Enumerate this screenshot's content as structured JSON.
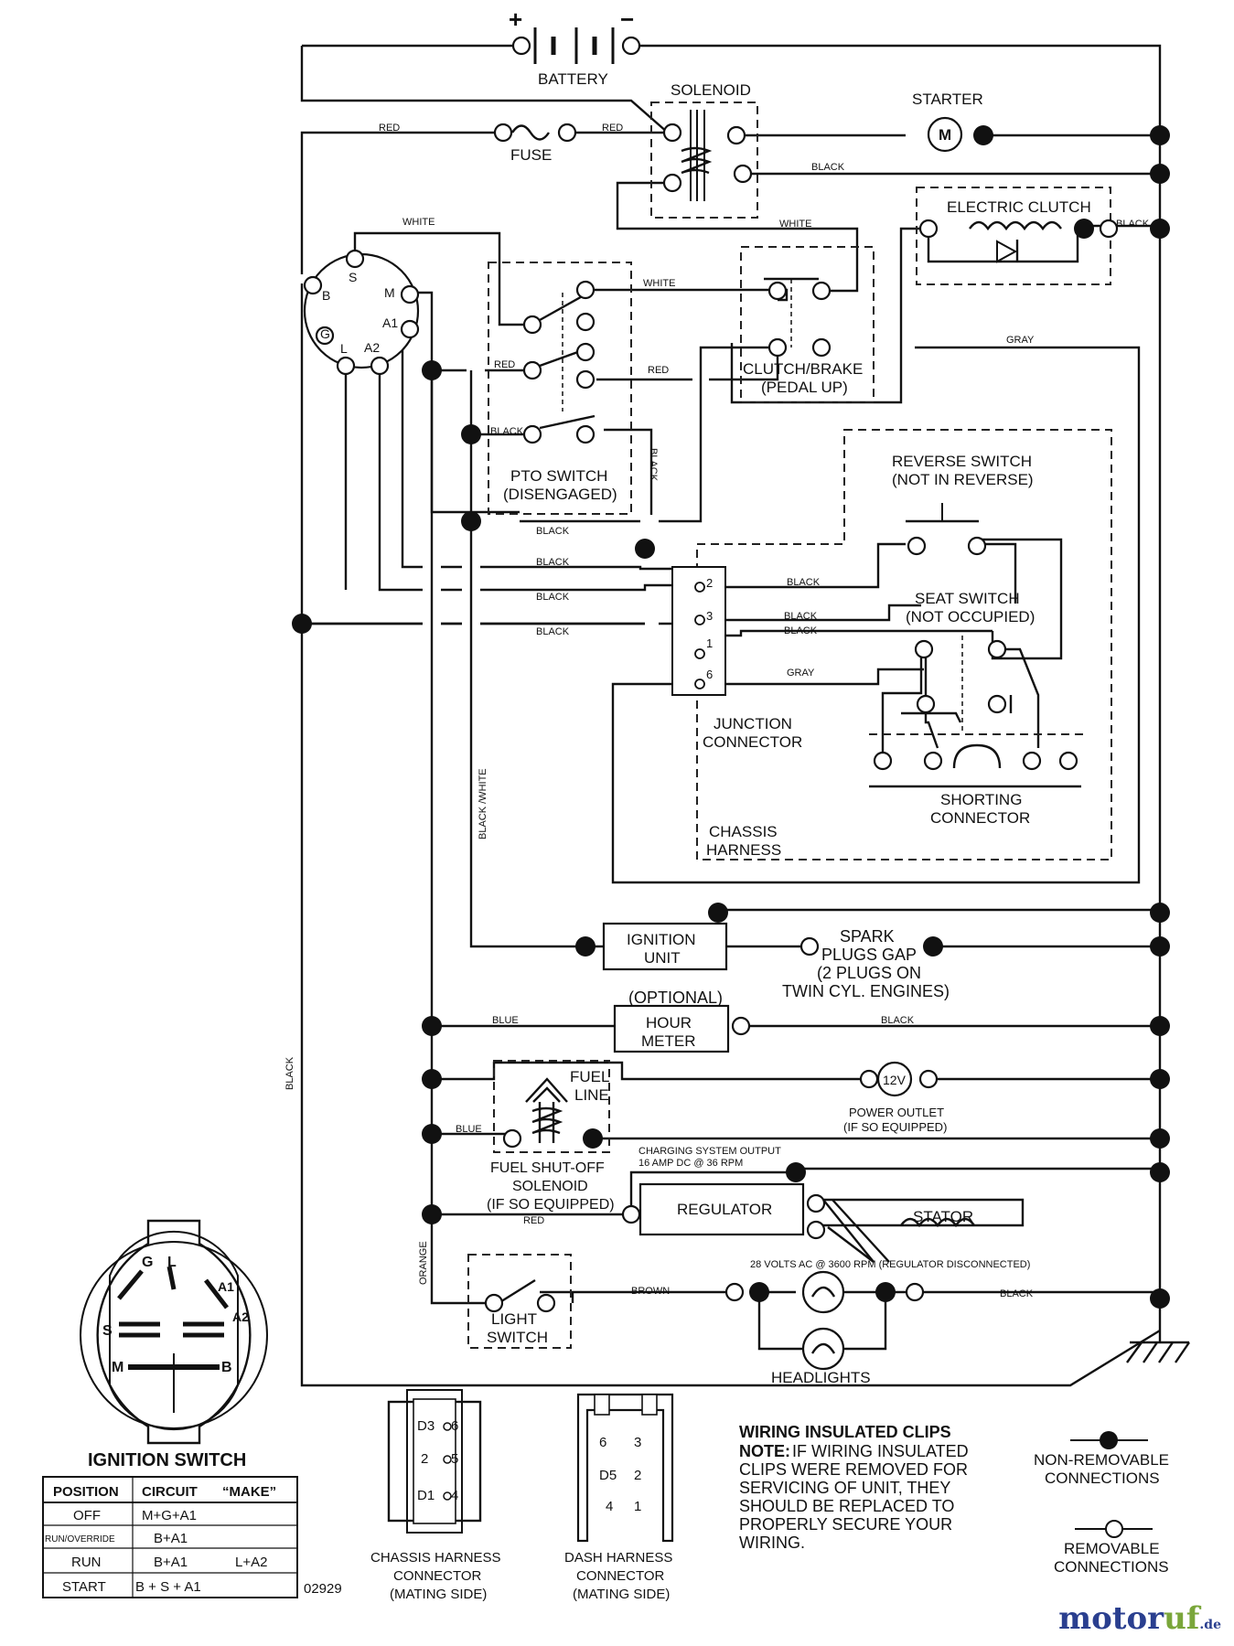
{
  "components": {
    "battery": "BATTERY",
    "plus": "+",
    "minus": "−",
    "solenoid": "SOLENOID",
    "starter": "STARTER",
    "starter_symbol": "M",
    "fuse": "FUSE",
    "electric_clutch": "ELECTRIC CLUTCH",
    "clutch_brake": [
      "CLUTCH/BRAKE",
      "(PEDAL UP)"
    ],
    "pto_switch": [
      "PTO SWITCH",
      "(DISENGAGED)"
    ],
    "reverse_switch": [
      "REVERSE SWITCH",
      "(NOT IN REVERSE)"
    ],
    "seat_switch": [
      "SEAT SWITCH",
      "(NOT OCCUPIED)"
    ],
    "junction_connector": [
      "JUNCTION",
      "CONNECTOR"
    ],
    "shorting_connector": [
      "SHORTING",
      "CONNECTOR"
    ],
    "chassis_harness": [
      "CHASSIS",
      "HARNESS"
    ],
    "ignition_unit": [
      "IGNITION",
      "UNIT"
    ],
    "spark_plugs": [
      "SPARK",
      "PLUGS GAP",
      "(2 PLUGS ON",
      "TWIN CYL. ENGINES)"
    ],
    "optional": "(OPTIONAL)",
    "hour_meter": [
      "HOUR",
      "METER"
    ],
    "fuel_line": [
      "FUEL",
      "LINE"
    ],
    "outlet_symbol": "12V",
    "power_outlet": [
      "POWER OUTLET",
      "(IF SO EQUIPPED)"
    ],
    "fuel_solenoid": [
      "FUEL SHUT-OFF",
      "SOLENOID",
      "(IF SO EQUIPPED)"
    ],
    "charging": [
      "CHARGING SYSTEM OUTPUT",
      "16 AMP DC @ 36 RPM"
    ],
    "regulator": "REGULATOR",
    "stator": "STATOR",
    "stator_note": "28 VOLTS AC @ 3600 RPM (REGULATOR DISCONNECTED)",
    "light_switch": [
      "LIGHT",
      "SWITCH"
    ],
    "headlights": "HEADLIGHTS"
  },
  "ignition_terminals": [
    "B",
    "S",
    "M",
    "A1",
    "A2",
    "L",
    "G"
  ],
  "junction_pins": [
    "2",
    "3",
    "1",
    "6"
  ],
  "wire_colors": {
    "red": "RED",
    "white": "WHITE",
    "black": "BLACK",
    "gray": "GRAY",
    "blue": "BLUE",
    "orange": "ORANGE",
    "brown": "BROWN",
    "black_white": "BLACK /WHITE"
  },
  "ignition_switch": {
    "title": "IGNITION SWITCH",
    "face_labels": [
      "G",
      "L",
      "A1",
      "S",
      "A2",
      "M",
      "B"
    ],
    "headers": [
      "POSITION",
      "CIRCUIT",
      "“MAKE”"
    ],
    "rows": [
      {
        "position": "OFF",
        "circuit": "M+G+A1",
        "make": ""
      },
      {
        "position": "RUN/OVERRIDE",
        "circuit": "B+A1",
        "make": ""
      },
      {
        "position": "RUN",
        "circuit": "B+A1",
        "make": "L+A2"
      },
      {
        "position": "START",
        "circuit": "B + S + A1",
        "make": ""
      }
    ],
    "code": "02929"
  },
  "chassis_connector": {
    "pins": [
      "D3",
      "6",
      "2",
      "5",
      "D1",
      "4"
    ],
    "label": [
      "CHASSIS HARNESS",
      "CONNECTOR",
      "(MATING SIDE)"
    ]
  },
  "dash_connector": {
    "pins": [
      "6",
      "3",
      "D5",
      "2",
      "4",
      "1"
    ],
    "label": [
      "DASH HARNESS",
      "CONNECTOR",
      "(MATING SIDE)"
    ]
  },
  "note": {
    "title": "WIRING INSULATED CLIPS",
    "lead": "NOTE:",
    "lines": [
      " IF WIRING INSULATED",
      "CLIPS WERE REMOVED FOR",
      "SERVICING OF UNIT, THEY",
      "SHOULD BE REPLACED TO",
      "PROPERLY SECURE YOUR",
      " WIRING."
    ]
  },
  "legend": {
    "non_removable": [
      "NON-REMOVABLE",
      "CONNECTIONS"
    ],
    "removable": [
      "REMOVABLE",
      "CONNECTIONS"
    ]
  },
  "watermark": {
    "brand": "motor",
    "accent": "uf",
    "tld": ".de"
  }
}
